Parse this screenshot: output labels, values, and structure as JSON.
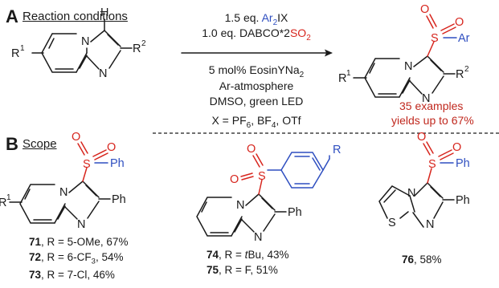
{
  "section_a": {
    "letter": "A",
    "title": "Reaction conditions"
  },
  "section_b": {
    "letter": "B",
    "title": "Scope"
  },
  "conditions": {
    "line1_prefix": "1.5 eq. ",
    "line1_reagent": "Ar",
    "line1_sub": "2",
    "line1_suffix": "IX",
    "line2_prefix": "1.0 eq. DABCO*2",
    "line2_reagent": "SO",
    "line2_sub": "2",
    "line3": "5 mol% EosinYNa",
    "line3_sub": "2",
    "line4": "Ar-atmosphere",
    "line5": "DMSO, green LED",
    "line6_prefix": "X = PF",
    "line6_sub1": "6",
    "line6_mid": ", BF",
    "line6_sub2": "4",
    "line6_suffix": ", OTf"
  },
  "summary": {
    "line1": "35 examples",
    "line2": "yields up to 67%"
  },
  "atoms": {
    "H": "H",
    "N": "N",
    "S": "S",
    "O": "O",
    "R": "R",
    "one": "1",
    "two": "2",
    "Ar": "Ar",
    "Ph": "Ph"
  },
  "compounds": [
    {
      "lines": [
        {
          "num": "71",
          "text": ", R = 5-OMe, 67%"
        },
        {
          "num": "72",
          "text": ", R = 6-CF",
          "sub": "3",
          "tail": ", 54%"
        },
        {
          "num": "73",
          "text": ", R = 7-Cl, 46%"
        }
      ]
    },
    {
      "lines": [
        {
          "num": "74",
          "text": ", R = ",
          "ital": "t",
          "tail": "Bu, 43%"
        },
        {
          "num": "75",
          "text": ", R = F, 51%"
        }
      ]
    },
    {
      "lines": [
        {
          "num": "76",
          "text": ", 58%"
        }
      ]
    }
  ],
  "colors": {
    "aryl_blue": "#2f4fc0",
    "sulfonyl_red": "#d7261e",
    "summary_red": "#c0281e"
  }
}
